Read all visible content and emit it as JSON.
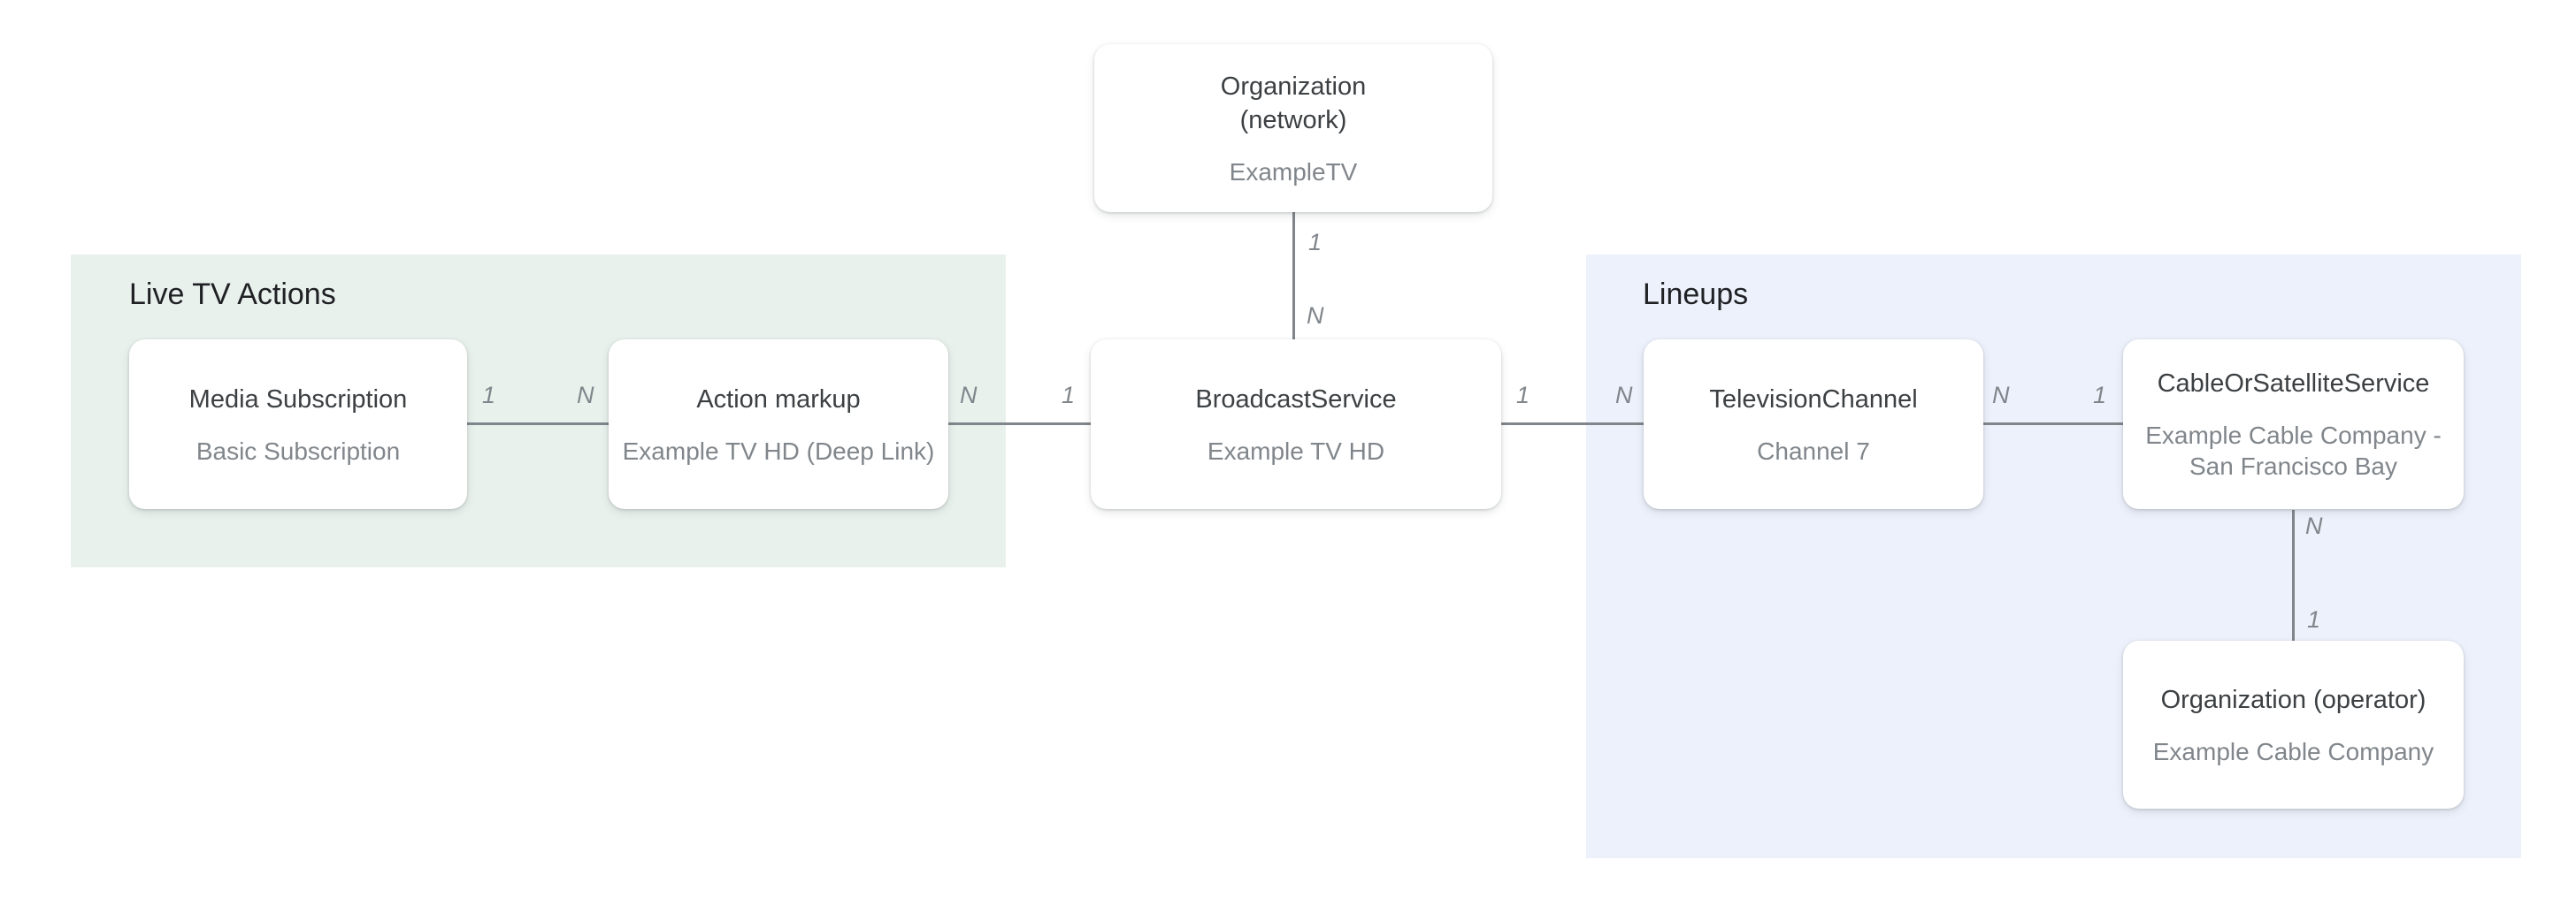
{
  "groups": {
    "live_tv_actions": {
      "label": "Live TV Actions"
    },
    "lineups": {
      "label": "Lineups"
    }
  },
  "nodes": {
    "organization_network": {
      "title": "Organization\n(network)",
      "subtitle": "ExampleTV"
    },
    "media_subscription": {
      "title": "Media Subscription",
      "subtitle": "Basic Subscription"
    },
    "action_markup": {
      "title": "Action markup",
      "subtitle": "Example TV HD (Deep Link)"
    },
    "broadcast_service": {
      "title": "BroadcastService",
      "subtitle": "Example TV HD"
    },
    "television_channel": {
      "title": "TelevisionChannel",
      "subtitle": "Channel 7"
    },
    "cable_or_satellite_service": {
      "title": "CableOrSatelliteService",
      "subtitle": "Example Cable Company -\nSan Francisco Bay"
    },
    "organization_operator": {
      "title": "Organization (operator)",
      "subtitle": "Example Cable Company"
    }
  },
  "cardinalities": {
    "network_to_broadcast": {
      "from": "1",
      "to": "N"
    },
    "mediasub_to_action": {
      "from": "1",
      "to": "N"
    },
    "action_to_broadcast": {
      "from": "N",
      "to": "1"
    },
    "broadcast_to_tvchannel": {
      "from": "1",
      "to": "N"
    },
    "tvchannel_to_cable": {
      "from": "N",
      "to": "1"
    },
    "cable_to_operator": {
      "from": "N",
      "to": "1"
    }
  },
  "colors": {
    "group_green_bg": "#e9f1ed",
    "group_blue_bg": "#edf1fb",
    "connector": "#80868b",
    "node_title": "#3c4043",
    "node_subtitle": "#80868b",
    "group_label": "#202124"
  }
}
